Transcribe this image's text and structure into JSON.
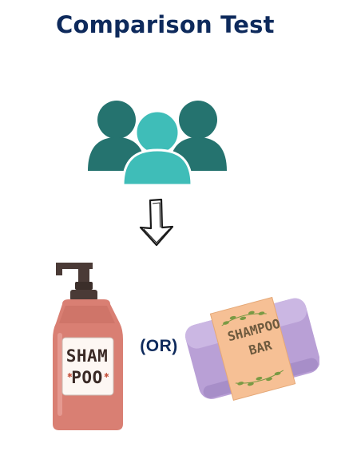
{
  "title": "Comparison Test",
  "icons": {
    "people": "people-group-icon",
    "arrow": "down-arrow-icon",
    "bottle": "shampoo-bottle-icon",
    "bar": "shampoo-bar-icon"
  },
  "shampoo_bottle": {
    "label_line1": "SHAM",
    "label_line2": "POO"
  },
  "separator": "(OR)",
  "shampoo_bar": {
    "label_line1": "SHAMPOO",
    "label_line2": "BAR"
  },
  "colors": {
    "title": "#0e2a5c",
    "people_back": "#25736f",
    "people_front": "#3fbdb8",
    "bottle_body": "#d97f73",
    "bottle_pump": "#4a3a36",
    "soap_bar": "#b9a0d6",
    "soap_band": "#f6c095",
    "leaf": "#7a9a44"
  }
}
